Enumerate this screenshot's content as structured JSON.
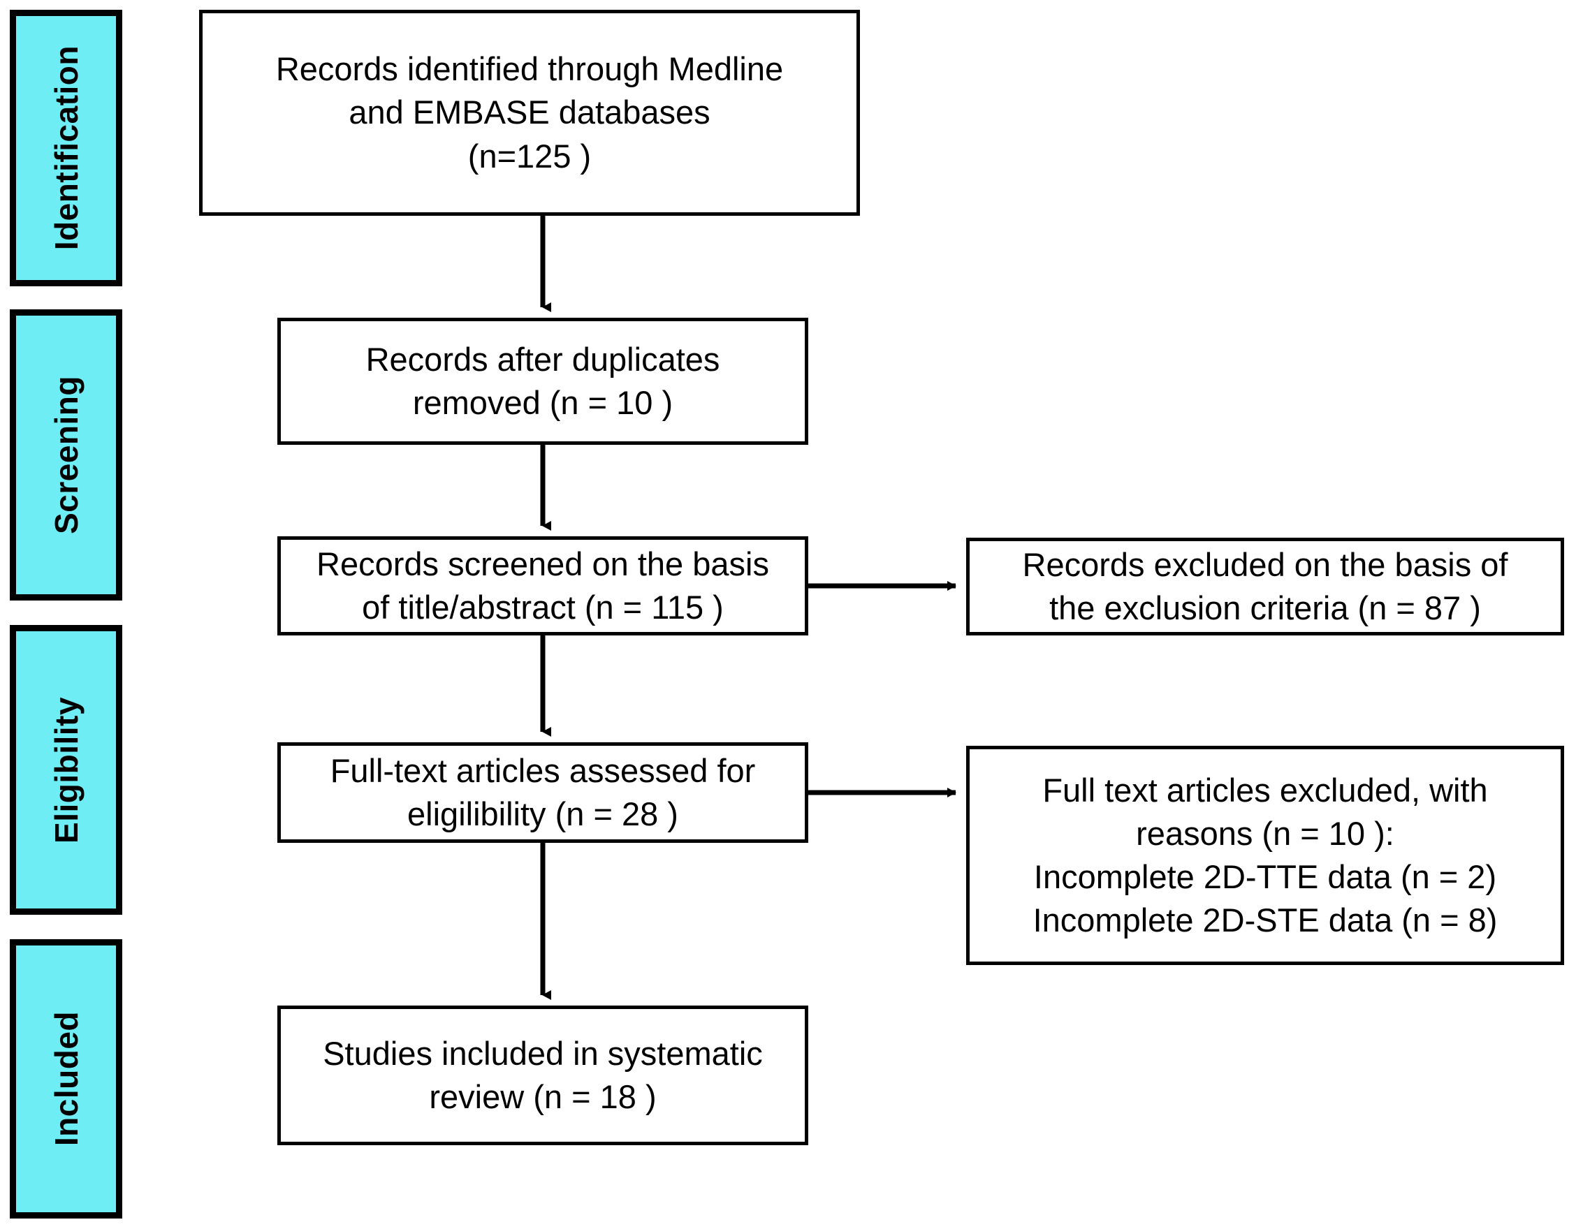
{
  "diagram": {
    "type": "prisma-flow-diagram",
    "title": "PRISMA study selection flow diagram",
    "accent_color": "#6FEDF5",
    "line_color": "#000000",
    "background_color": "#FFFFFF"
  },
  "stages": [
    {
      "id": "identification",
      "label": "Identification"
    },
    {
      "id": "screening",
      "label": "Screening"
    },
    {
      "id": "eligibility",
      "label": "Eligibility"
    },
    {
      "id": "included",
      "label": "Included"
    }
  ],
  "nodes": {
    "identified": {
      "text": "Records identified through Medline\nand EMBASE databases\n(n=125 )",
      "count": 125
    },
    "duplicates_removed": {
      "text": "Records after duplicates\nremoved (n = 10 )",
      "count": 10
    },
    "screened": {
      "text": "Records screened on the basis\nof title/abstract (n = 115 )",
      "count": 115
    },
    "records_excluded": {
      "text": "Records excluded on the basis of\nthe exclusion criteria (n = 87 )",
      "count": 87
    },
    "fulltext_assessed": {
      "text": "Full-text articles assessed for\neligilibility (n = 28 )",
      "count": 28
    },
    "fulltext_excluded": {
      "text": "Full text articles excluded, with\nreasons (n = 10 ):\nIncomplete 2D-TTE data (n = 2)\nIncomplete 2D-STE data (n = 8)",
      "count": 10,
      "reasons": [
        {
          "label": "Incomplete 2D-TTE data",
          "count": 2
        },
        {
          "label": "Incomplete 2D-STE data",
          "count": 8
        }
      ]
    },
    "included_studies": {
      "text": "Studies included in systematic\nreview (n = 18 )",
      "count": 18
    }
  },
  "connectors": [
    {
      "id": "identified-to-duplicates",
      "from": "identified",
      "to": "duplicates_removed",
      "direction": "down"
    },
    {
      "id": "duplicates-to-screened",
      "from": "duplicates_removed",
      "to": "screened",
      "direction": "down"
    },
    {
      "id": "screened-to-excluded",
      "from": "screened",
      "to": "records_excluded",
      "direction": "right"
    },
    {
      "id": "screened-to-fulltext",
      "from": "screened",
      "to": "fulltext_assessed",
      "direction": "down"
    },
    {
      "id": "fulltext-to-excluded",
      "from": "fulltext_assessed",
      "to": "fulltext_excluded",
      "direction": "right"
    },
    {
      "id": "fulltext-to-included",
      "from": "fulltext_assessed",
      "to": "included_studies",
      "direction": "down"
    }
  ]
}
